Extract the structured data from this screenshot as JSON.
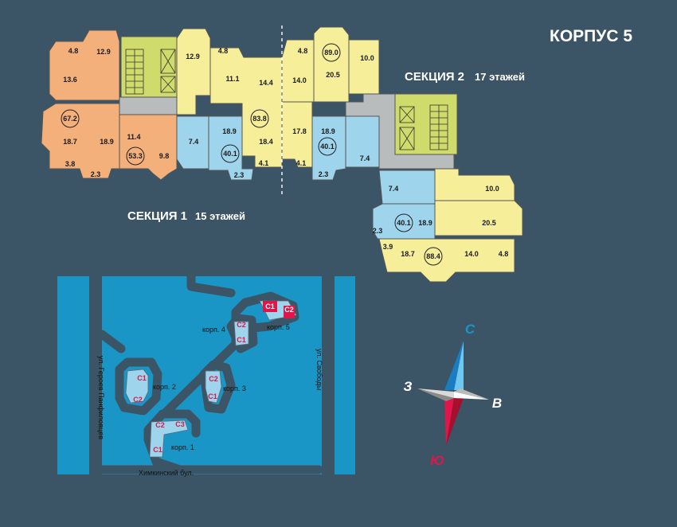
{
  "title": "КОРПУС 5",
  "section1": {
    "name": "СЕКЦИЯ 1",
    "floors": "15 этажей"
  },
  "section2": {
    "name": "СЕКЦИЯ 2",
    "floors": "17 этажей"
  },
  "colors": {
    "background": "#3c5566",
    "orange": "#f4b07a",
    "yellow": "#f7ee9a",
    "blue": "#9ed4ec",
    "green": "#cfdb6b",
    "gray": "#b9bcbd",
    "map_water": "#1a96c6",
    "map_road": "#3c5566",
    "building_highlight": "#e0154a"
  },
  "rooms": {
    "s1": [
      "4.8",
      "12.9",
      "13.6",
      "67.2",
      "18.7",
      "18.9",
      "11.4",
      "53.3",
      "9.8",
      "3.8",
      "2.3",
      "12.9",
      "4.8",
      "11.1",
      "14.4",
      "83.8",
      "18.4",
      "18.9",
      "40.1",
      "7.4",
      "2.3",
      "4.1"
    ],
    "s2": [
      "4.8",
      "89.0",
      "10.0",
      "14.0",
      "20.5",
      "17.8",
      "4.1",
      "18.9",
      "40.1",
      "7.4",
      "2.3",
      "7.4",
      "10.0",
      "40.1",
      "18.9",
      "20.5",
      "2.3",
      "3.9",
      "18.7",
      "88.4",
      "14.0",
      "4.8"
    ]
  },
  "map": {
    "streets": {
      "panfilovtsev": "ул. Героев Панфиловцев",
      "svobody": "ул. Свободы",
      "khimkinsky": "Химкинский бул."
    },
    "buildings": [
      {
        "label": "корп. 1",
        "sections": [
          "С1",
          "С2",
          "С3"
        ]
      },
      {
        "label": "корп. 2",
        "sections": [
          "С1",
          "С2"
        ]
      },
      {
        "label": "корп. 3",
        "sections": [
          "С2",
          "С1"
        ]
      },
      {
        "label": "корп. 4",
        "sections": [
          "С2",
          "С1"
        ]
      },
      {
        "label": "корп. 5",
        "sections": [
          "С1",
          "С2"
        ]
      }
    ]
  },
  "compass": {
    "north": "С",
    "south": "Ю",
    "east": "В",
    "west": "З"
  }
}
